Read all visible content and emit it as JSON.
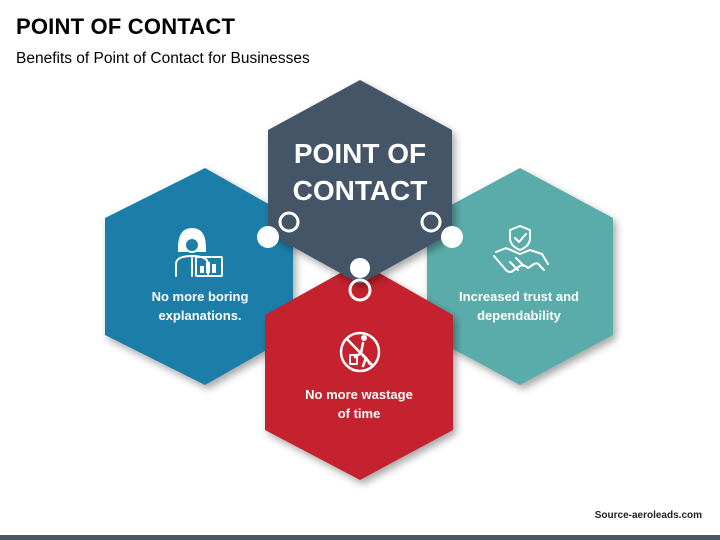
{
  "header": {
    "title": "POINT OF CONTACT",
    "subtitle": "Benefits of Point of Contact for Businesses"
  },
  "diagram": {
    "center": {
      "line1": "POINT OF",
      "line2": "CONTACT",
      "color": "#455468"
    },
    "left": {
      "line1": "No more boring",
      "line2": "explanations.",
      "color": "#1f7ea8",
      "icon": "customer-service-agent-icon"
    },
    "right": {
      "line1": "Increased trust and",
      "line2": "dependability",
      "color": "#5aacaa",
      "icon": "handshake-shield-icon"
    },
    "bottom": {
      "line1": "No more wastage",
      "line2": "of time",
      "color": "#c4242f",
      "icon": "no-littering-icon"
    }
  },
  "footer": {
    "source": "Source-aeroleads.com",
    "bar_color": "#4a5567"
  }
}
